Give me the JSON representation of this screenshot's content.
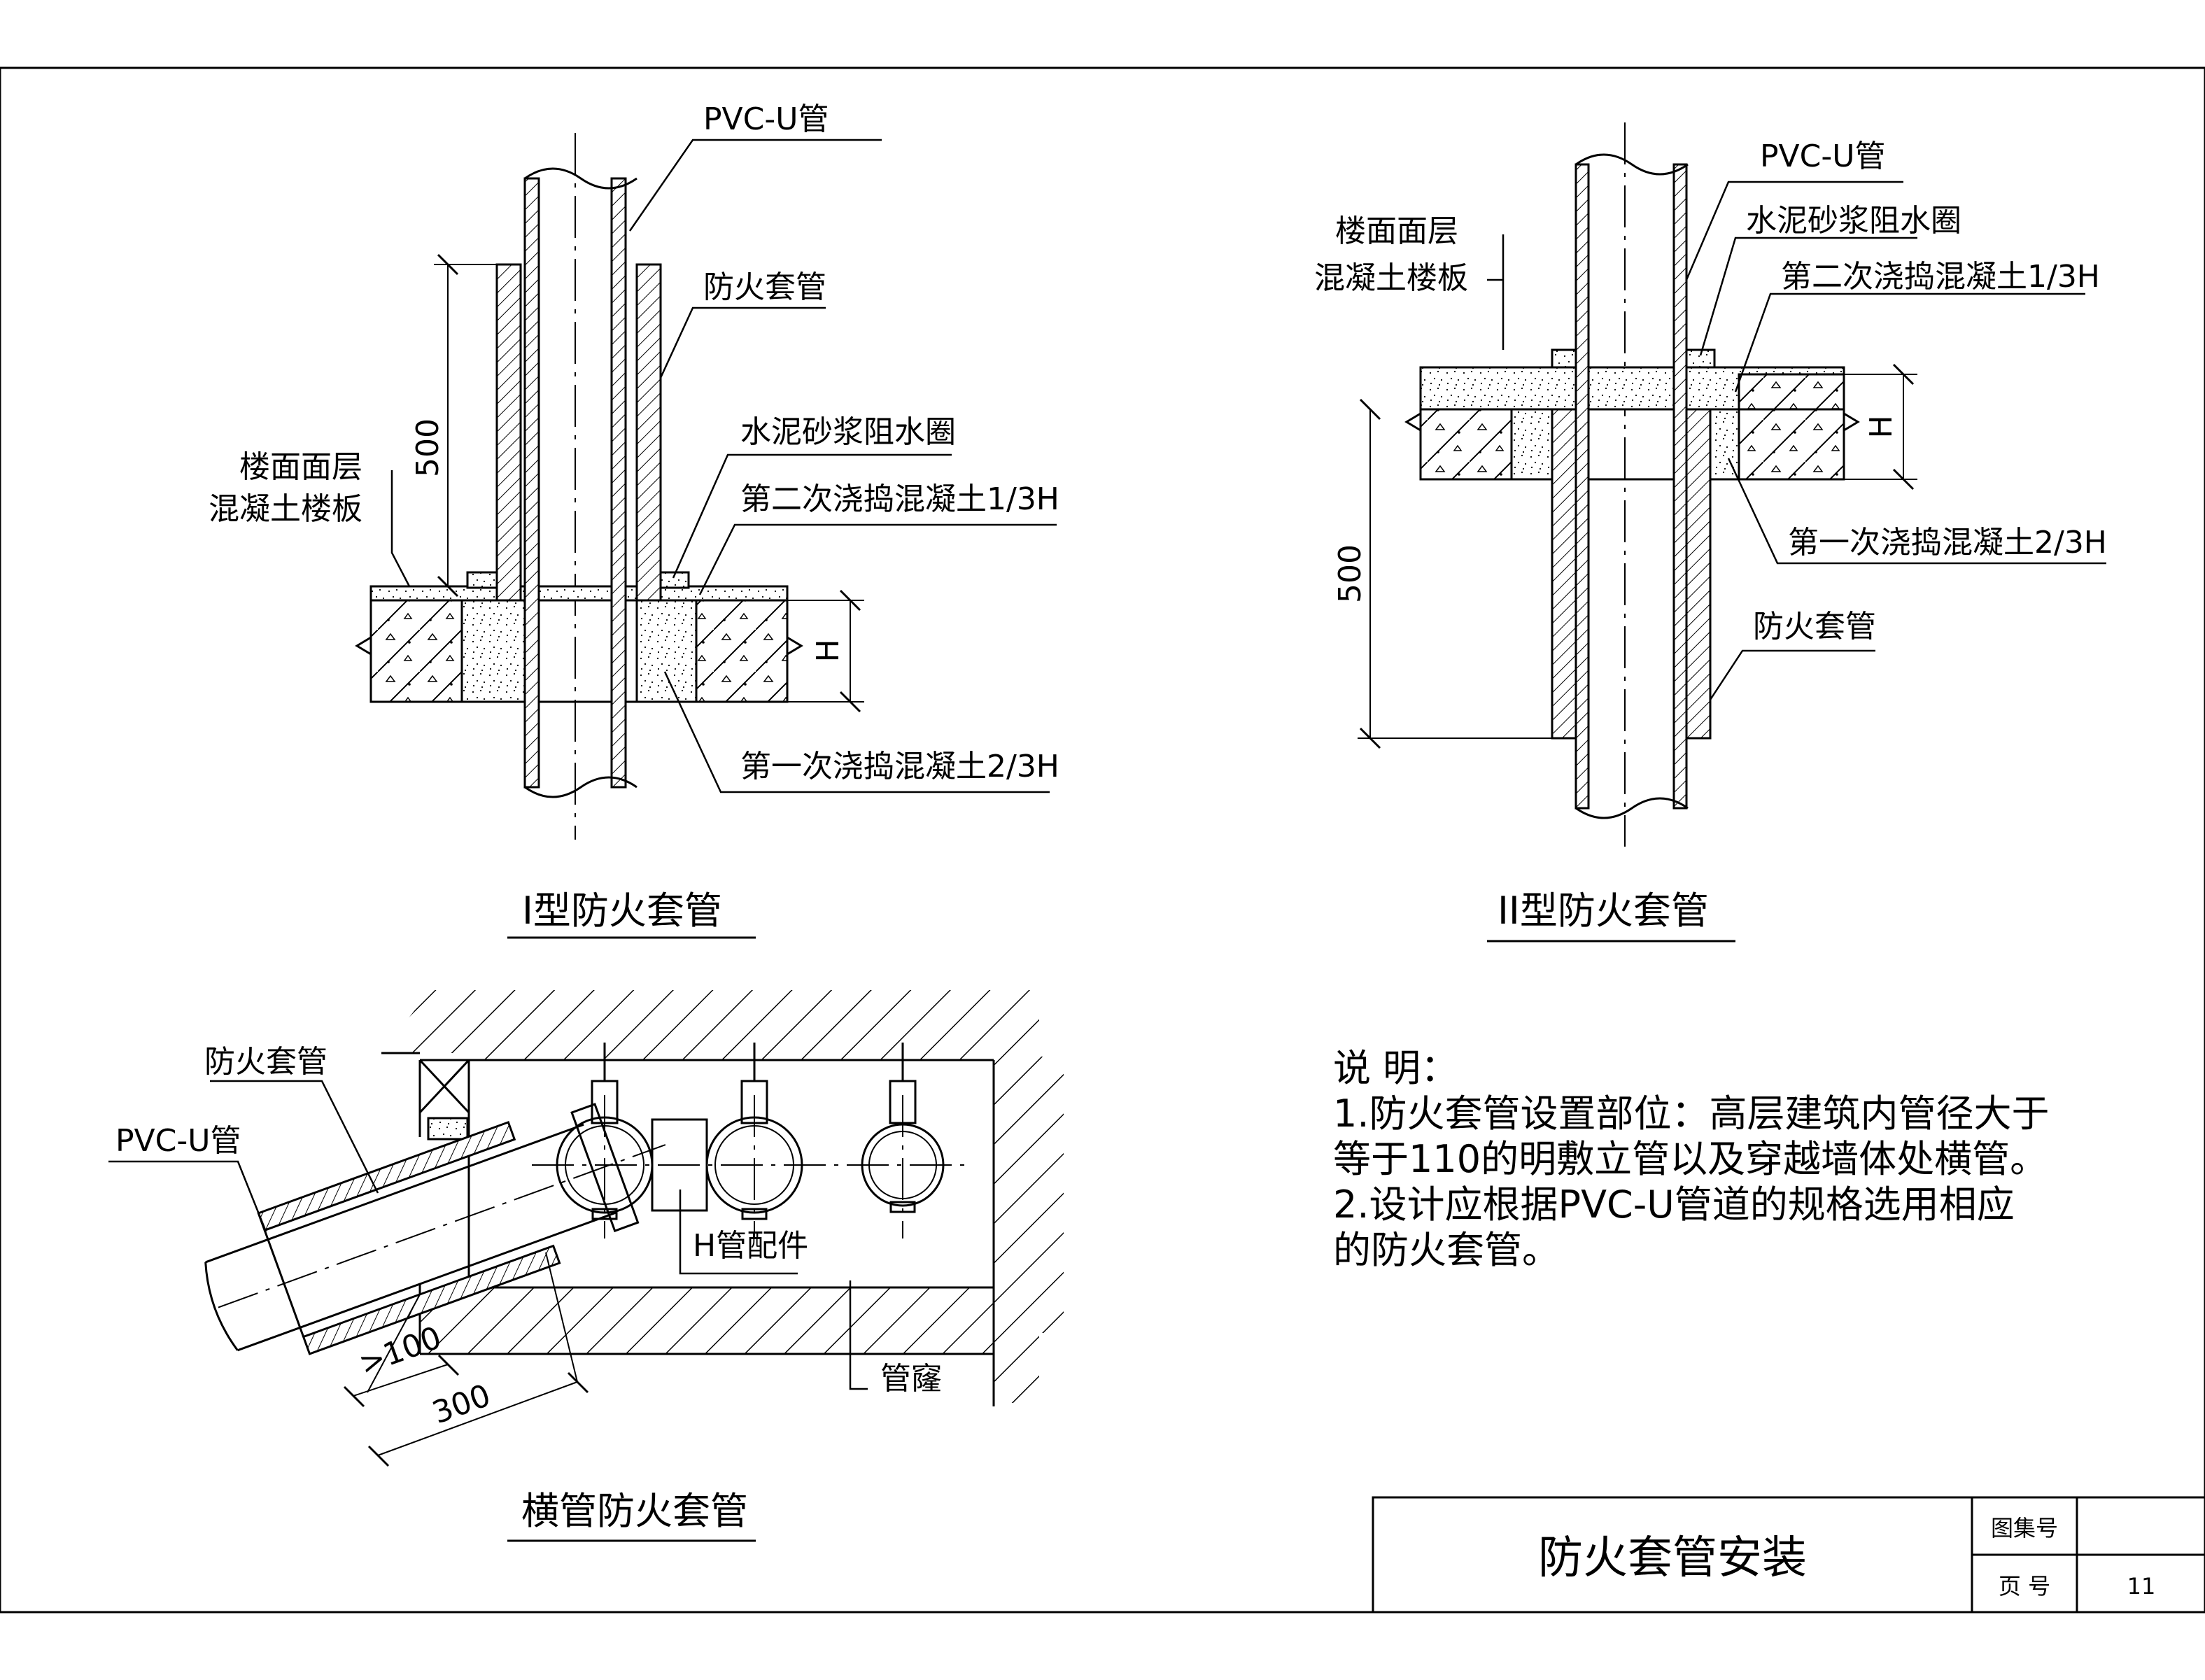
{
  "labels": {
    "pvc_pipe": "PVC-U管",
    "fire_sleeve": "防火套管",
    "mortar_ring": "水泥砂浆阻水圈",
    "second_pour": "第二次浇捣混凝土1/3H",
    "first_pour": "第一次浇捣混凝土2/3H",
    "floor_finish": "楼面面层",
    "concrete_slab": "混凝土楼板",
    "h_fitting": "H管配件",
    "pipe_shaft": "管窿",
    "dim_500": "500",
    "dim_h": "H",
    "dim_100": ">100",
    "dim_300": "300"
  },
  "titles": {
    "type1": "I型防火套管",
    "type2": "II型防火套管",
    "horizontal": "横管防火套管"
  },
  "notes": {
    "heading": "说  明：",
    "line1": "1.防火套管设置部位：高层建筑内管径大于",
    "line2": "等于110的明敷立管以及穿越墙体处横管。",
    "line3": "2.设计应根据PVC-U管道的规格选用相应",
    "line4": "的防火套管。"
  },
  "title_block": {
    "drawing_title": "防火套管安装",
    "atlas_label": "图集号",
    "atlas_value": "",
    "page_label": "页  号",
    "page_value": "11"
  }
}
